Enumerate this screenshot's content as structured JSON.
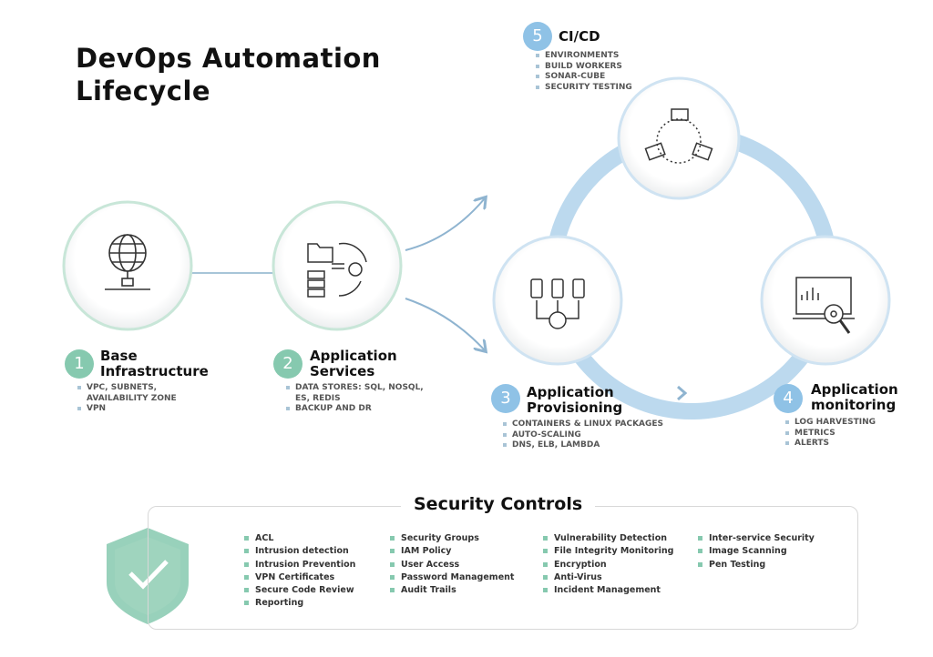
{
  "title": {
    "line1": "DevOps Automation",
    "line2": "Lifecycle"
  },
  "stages": [
    {
      "num": "1",
      "title1": "Base",
      "title2": "Infrastructure",
      "items": [
        "VPC, SUBNETS,",
        "AVAILABILITY ZONE",
        "VPN"
      ],
      "icon": "globe-network-icon"
    },
    {
      "num": "2",
      "title1": "Application",
      "title2": "Services",
      "items": [
        "DATA STORES: SQL, NOSQL,",
        "ES, REDIS",
        "BACKUP AND DR"
      ],
      "icon": "data-services-icon"
    },
    {
      "num": "3",
      "title1": "Application",
      "title2": "Provisioning",
      "items": [
        "CONTAINERS & LINUX PACKAGES",
        "AUTO-SCALING",
        "DNS, ELB, LAMBDA"
      ],
      "icon": "containers-icon"
    },
    {
      "num": "4",
      "title1": "Application",
      "title2": "monitoring",
      "items": [
        "LOG HARVESTING",
        "METRICS",
        "ALERTS"
      ],
      "icon": "monitoring-icon"
    },
    {
      "num": "5",
      "title1": "CI/CD",
      "items": [
        "ENVIRONMENTS",
        "BUILD WORKERS",
        "SONAR-CUBE",
        "SECURITY TESTING"
      ],
      "icon": "code-cycle-icon"
    }
  ],
  "security": {
    "title": "Security Controls",
    "columns": [
      [
        "ACL",
        "Intrusion detection",
        "Intrusion Prevention",
        "VPN Certificates",
        "Secure Code Review",
        "Reporting"
      ],
      [
        "Security Groups",
        "IAM Policy",
        "User Access",
        "Password Management",
        "Audit Trails"
      ],
      [
        "Vulnerability Detection",
        "File Integrity Monitoring",
        "Encryption",
        "Anti-Virus",
        "Incident Management"
      ],
      [
        "Inter-service Security",
        "Image Scanning",
        "Pen Testing"
      ]
    ]
  },
  "colors": {
    "green": "#86c9af",
    "blue": "#8fc2e6",
    "ring": "#bcd9ee"
  }
}
